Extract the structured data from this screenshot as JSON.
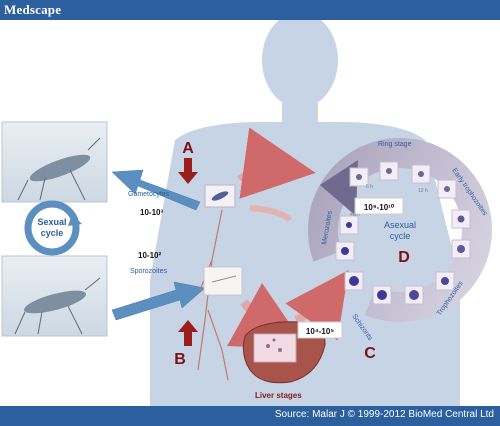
{
  "brand": "Medscape",
  "source": "Source: Malar J © 1999-2012 BioMed Central Ltd",
  "sexual_cycle": {
    "line1": "Sexual",
    "line2": "cycle"
  },
  "labels": {
    "gametocytes": "Gametocytes",
    "gametocyte_count": "10-10³",
    "sporozoites": "Sporozoites",
    "sporozoite_count": "10-10²",
    "liver_stages": "Liver stages",
    "liver_count": "10⁴-10⁵",
    "blood_count": "10⁹-10¹⁰",
    "asexual_line1": "Asexual",
    "asexual_line2": "cycle",
    "ring_stage": "Ring stage",
    "early_trophozoites": "Early trophozoites",
    "trophozoites": "Trophozoites",
    "schizonts": "Schizonts",
    "merozoites": "Merozoites",
    "hour_6": "6 h",
    "hour_12": "12 h",
    "hour_48": "48 h"
  },
  "markers": {
    "a": "A",
    "b": "B",
    "c": "C",
    "d": "D"
  },
  "colors": {
    "header": "#2b5f9e",
    "body_silhouette": "#c6d4e6",
    "blue_arrow": "#5b8fc0",
    "red_arrow": "#9a1c1c",
    "marker_text": "#7a1414",
    "label_text": "#2b5f9e",
    "ring": "#b0abc0"
  }
}
